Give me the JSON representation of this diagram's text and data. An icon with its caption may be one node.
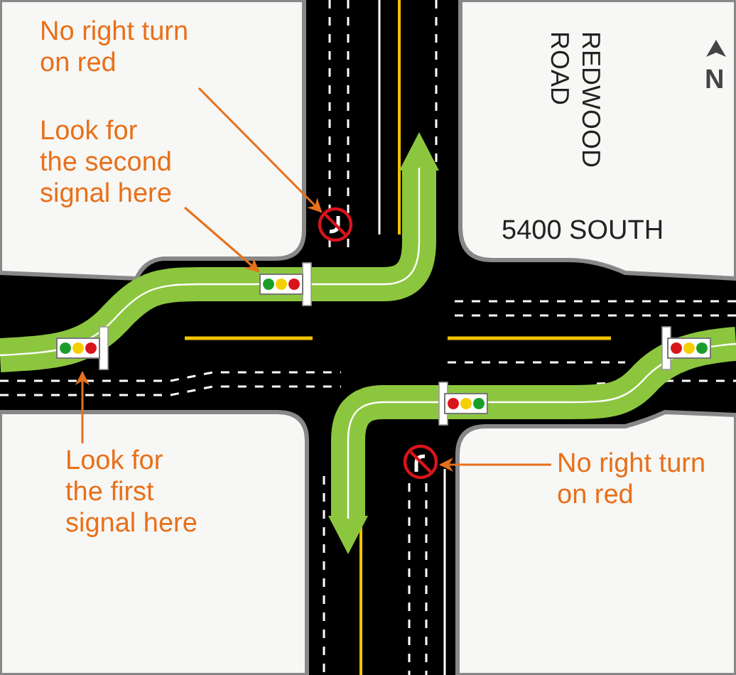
{
  "diagram": {
    "nodes": [
      {
        "text": [
          "No right turn on red"
        ]
      },
      {
        "text": [
          "Look for the second signal here"
        ]
      },
      {
        "text": [
          "Look for the first signal here"
        ]
      },
      {
        "text": [
          "No right turn on red"
        ]
      },
      {
        "text": [],
        "shape": "circle"
      },
      {
        "text": [],
        "shape": "signal"
      },
      {
        "text": [],
        "shape": "signal"
      },
      {
        "text": [],
        "shape": "circle"
      }
    ],
    "edges": [
      {
        "from": 0,
        "to": 4,
        "arrow": "to"
      },
      {
        "from": 1,
        "to": 5,
        "arrow": "to"
      },
      {
        "from": 2,
        "to": 6,
        "arrow": "to"
      },
      {
        "from": 3,
        "to": 7,
        "arrow": "to"
      }
    ],
    "labels": [
      "REDWOOD ROAD",
      "5400 SOUTH",
      "N"
    ]
  }
}
